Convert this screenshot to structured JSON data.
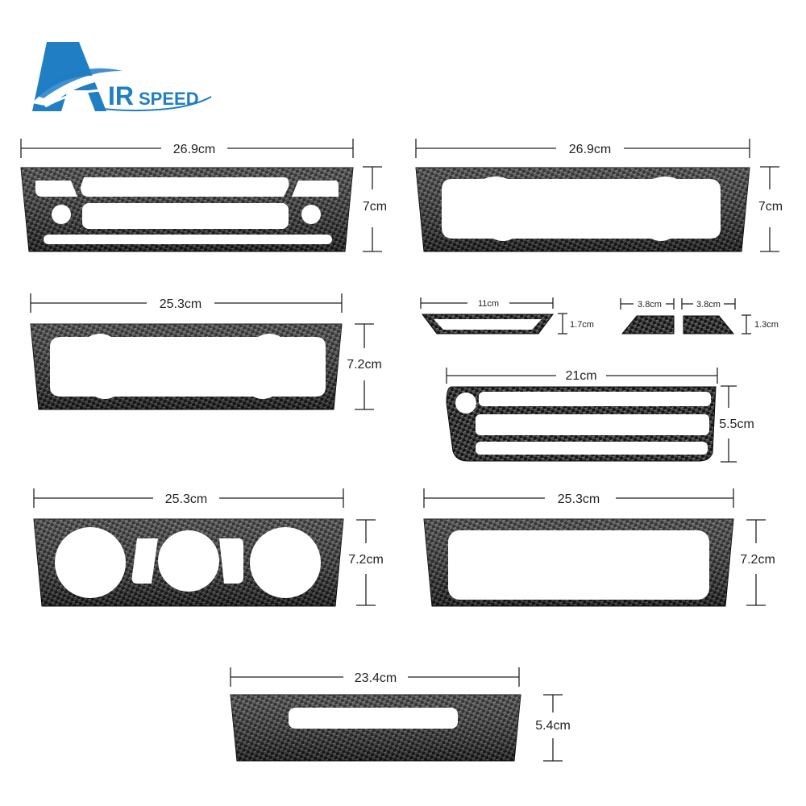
{
  "brand": {
    "initial": "A",
    "word_part1": "IR",
    "word_part2": "SPEED",
    "color": "#1f7ec4"
  },
  "colors": {
    "carbon_dark": "#1a1a1a",
    "carbon_light": "#6a6a6a",
    "dimension": "#222222",
    "background": "#ffffff"
  },
  "panels": [
    {
      "id": "radio-panel-1",
      "width_label": "26.9cm",
      "height_label": "7cm"
    },
    {
      "id": "frame-panel-1",
      "width_label": "26.9cm",
      "height_label": "7cm"
    },
    {
      "id": "frame-panel-2",
      "width_label": "25.3cm",
      "height_label": "7.2cm"
    },
    {
      "id": "small-trim",
      "width_label": "11cm",
      "height_label": "1.7cm"
    },
    {
      "id": "mini-trims",
      "width_label_left": "3.8cm",
      "width_label_right": "3.8cm",
      "height_label": "1.3cm"
    },
    {
      "id": "vent-panel",
      "width_label": "21cm",
      "height_label": "5.5cm"
    },
    {
      "id": "knob-panel",
      "width_label": "25.3cm",
      "height_label": "7.2cm"
    },
    {
      "id": "frame-panel-3",
      "width_label": "25.3cm",
      "height_label": "7.2cm"
    },
    {
      "id": "cd-slot-panel",
      "width_label": "23.4cm",
      "height_label": "5.4cm"
    }
  ]
}
